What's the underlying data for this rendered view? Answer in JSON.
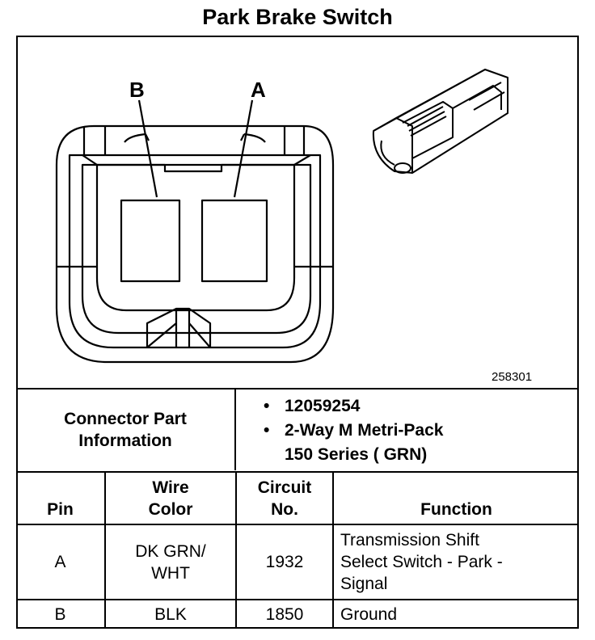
{
  "title": "Park Brake Switch",
  "diagram": {
    "pin_label_b": "B",
    "pin_label_a": "A",
    "figure_id": "258301"
  },
  "connector_info": {
    "label_line1": "Connector Part",
    "label_line2": "Information",
    "items": [
      {
        "bullet": "•",
        "lines": [
          "12059254"
        ]
      },
      {
        "bullet": "•",
        "lines": [
          "2-Way M Metri-Pack",
          "150 Series ( GRN)"
        ]
      }
    ]
  },
  "table": {
    "headers": {
      "pin": "Pin",
      "wire_color_line1": "Wire",
      "wire_color_line2": "Color",
      "circuit_line1": "Circuit",
      "circuit_line2": "No.",
      "function": "Function"
    },
    "rows": [
      {
        "pin": "A",
        "wire_line1": "DK GRN/",
        "wire_line2": "WHT",
        "circuit": "1932",
        "func_line1": "Transmission Shift",
        "func_line2": "Select Switch - Park -",
        "func_line3": "Signal"
      },
      {
        "pin": "B",
        "wire_line1": "BLK",
        "circuit": "1850",
        "func_line1": "Ground"
      }
    ]
  }
}
